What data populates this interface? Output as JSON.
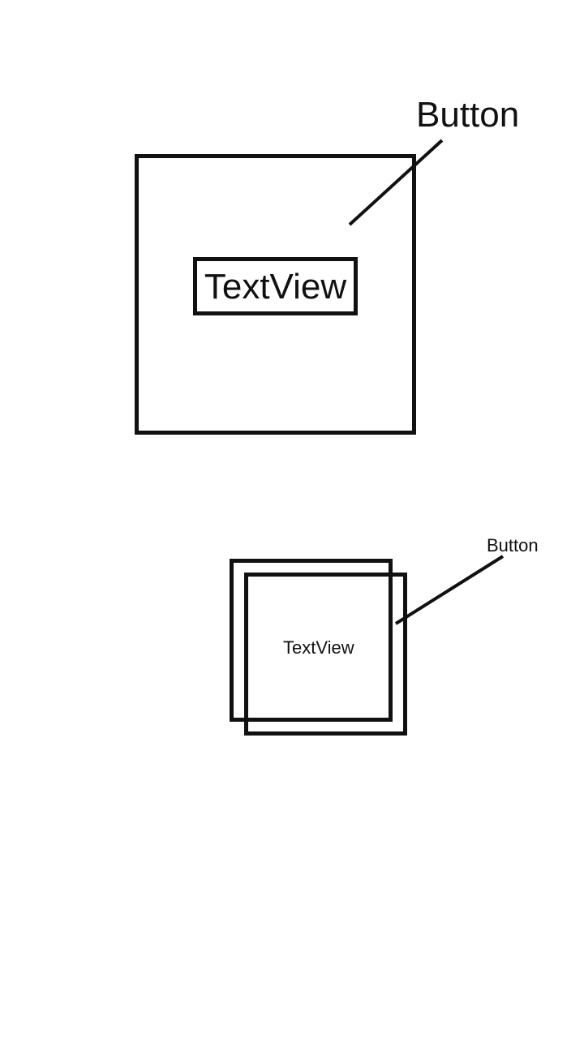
{
  "diagram_large": {
    "button_label": "Button",
    "textview_label": "TextView"
  },
  "diagram_small": {
    "button_label": "Button",
    "textview_label": "TextView"
  },
  "colors": {
    "stroke": "#111111",
    "background": "#ffffff"
  }
}
